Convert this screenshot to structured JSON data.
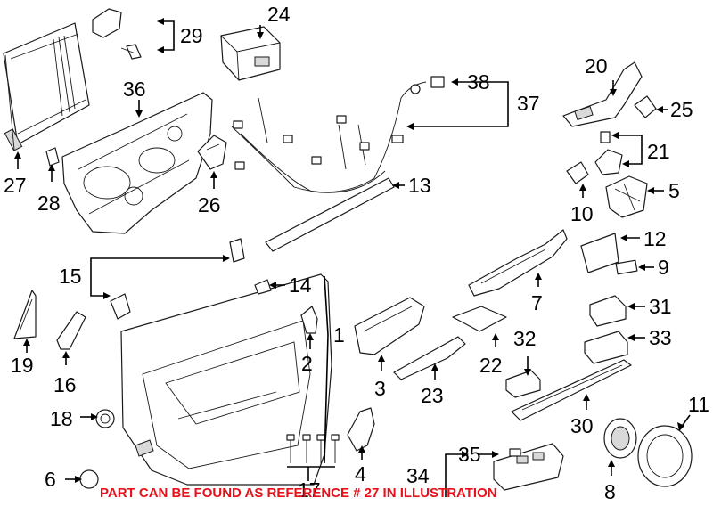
{
  "diagram": {
    "callouts": [
      {
        "id": "n1",
        "label": "1"
      },
      {
        "id": "n2",
        "label": "2"
      },
      {
        "id": "n3",
        "label": "3"
      },
      {
        "id": "n4",
        "label": "4"
      },
      {
        "id": "n5",
        "label": "5"
      },
      {
        "id": "n6",
        "label": "6"
      },
      {
        "id": "n7",
        "label": "7"
      },
      {
        "id": "n8",
        "label": "8"
      },
      {
        "id": "n9",
        "label": "9"
      },
      {
        "id": "n10",
        "label": "10"
      },
      {
        "id": "n11",
        "label": "11"
      },
      {
        "id": "n12",
        "label": "12"
      },
      {
        "id": "n13",
        "label": "13"
      },
      {
        "id": "n14",
        "label": "14"
      },
      {
        "id": "n15",
        "label": "15"
      },
      {
        "id": "n16",
        "label": "16"
      },
      {
        "id": "n17",
        "label": "17"
      },
      {
        "id": "n18",
        "label": "18"
      },
      {
        "id": "n19",
        "label": "19"
      },
      {
        "id": "n20",
        "label": "20"
      },
      {
        "id": "n21",
        "label": "21"
      },
      {
        "id": "n22",
        "label": "22"
      },
      {
        "id": "n23",
        "label": "23"
      },
      {
        "id": "n24",
        "label": "24"
      },
      {
        "id": "n25",
        "label": "25"
      },
      {
        "id": "n26",
        "label": "26"
      },
      {
        "id": "n27",
        "label": "27"
      },
      {
        "id": "n28",
        "label": "28"
      },
      {
        "id": "n29",
        "label": "29"
      },
      {
        "id": "n30",
        "label": "30"
      },
      {
        "id": "n31",
        "label": "31"
      },
      {
        "id": "n32",
        "label": "32"
      },
      {
        "id": "n33",
        "label": "33"
      },
      {
        "id": "n34",
        "label": "34"
      },
      {
        "id": "n35",
        "label": "35"
      },
      {
        "id": "n36",
        "label": "36"
      },
      {
        "id": "n37",
        "label": "37"
      },
      {
        "id": "n38",
        "label": "38"
      }
    ],
    "note": {
      "text": "PART CAN BE FOUND AS REFERENCE # 27 IN ILLUSTRATION",
      "color": "#e8101a"
    }
  }
}
